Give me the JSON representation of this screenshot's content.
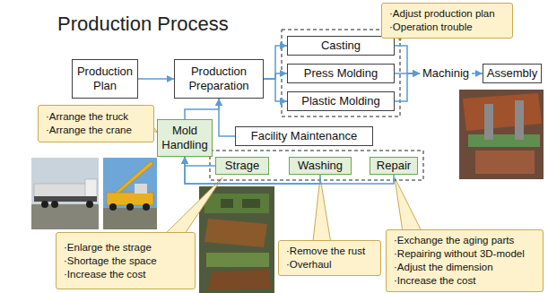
{
  "diagram": {
    "title": "Production Process",
    "nodes": [
      {
        "text": [
          "Production Plan"
        ]
      },
      {
        "text": [
          "Production Preparation"
        ]
      },
      {
        "text": [
          "Casting"
        ]
      },
      {
        "text": [
          "Press Molding"
        ]
      },
      {
        "text": [
          "Plastic Molding"
        ]
      },
      {
        "text": [
          "Machinig"
        ]
      },
      {
        "text": [
          "Assembly"
        ]
      },
      {
        "text": [
          "·Adjust production plan",
          "·Operation trouble"
        ]
      },
      {
        "text": [
          "·Arrange the truck",
          "·Arrange the crane"
        ]
      },
      {
        "text": [
          "Mold Handling"
        ]
      },
      {
        "text": [
          "Facility Maintenance"
        ]
      },
      {
        "text": [
          "Strage"
        ]
      },
      {
        "text": [
          "Washing"
        ]
      },
      {
        "text": [
          "Repair"
        ]
      },
      {
        "text": [
          "·Enlarge the strage",
          "·Shortage the space",
          "·Increase the cost"
        ]
      },
      {
        "text": [
          "·Remove the rust",
          "·Overhaul"
        ]
      },
      {
        "text": [
          "·Exchange the aging parts",
          "·Repairing without 3D-model",
          "·Adjust the dimension",
          "·Increase the cost"
        ]
      }
    ],
    "edges": [
      {
        "from": 0,
        "to": 1,
        "arrow": "to"
      },
      {
        "from": 1,
        "to": 2,
        "arrow": "to"
      },
      {
        "from": 1,
        "to": 3,
        "arrow": "to"
      },
      {
        "from": 1,
        "to": 4,
        "arrow": "to"
      },
      {
        "from": 2,
        "to": 5,
        "arrow": "to"
      },
      {
        "from": 3,
        "to": 5,
        "arrow": "to"
      },
      {
        "from": 4,
        "to": 5,
        "arrow": "to"
      },
      {
        "from": 5,
        "to": 6,
        "arrow": "to"
      },
      {
        "from": 9,
        "to": 1,
        "arrow": "to"
      },
      {
        "from": 10,
        "to": 1,
        "arrow": "to"
      },
      {
        "from": 11,
        "to": 9,
        "arrow": "to"
      },
      {
        "from": 12,
        "to": 9,
        "arrow": "to"
      },
      {
        "from": 13,
        "to": 9,
        "arrow": "to"
      }
    ]
  }
}
